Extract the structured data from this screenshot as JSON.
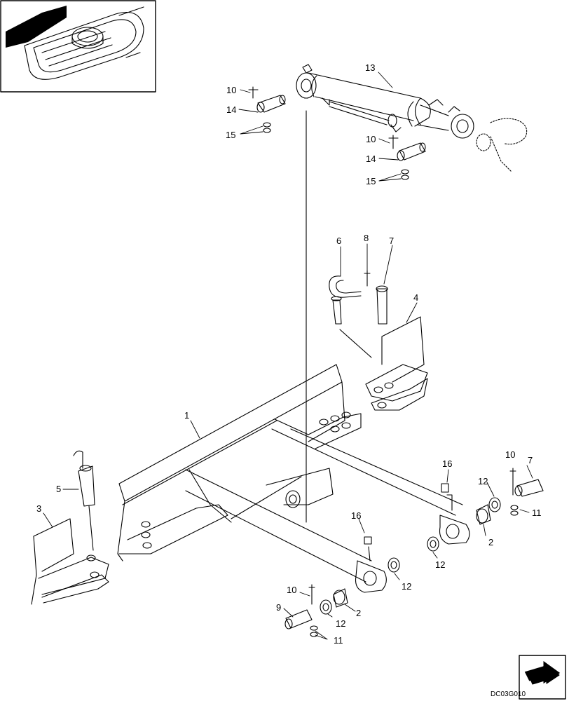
{
  "figure_code": "DC03G010",
  "callouts": [
    {
      "id": "c-13",
      "text": "13"
    },
    {
      "id": "c-10a",
      "text": "10"
    },
    {
      "id": "c-14a",
      "text": "14"
    },
    {
      "id": "c-15a",
      "text": "15"
    },
    {
      "id": "c-10b",
      "text": "10"
    },
    {
      "id": "c-14b",
      "text": "14"
    },
    {
      "id": "c-15b",
      "text": "15"
    },
    {
      "id": "c-6",
      "text": "6"
    },
    {
      "id": "c-8",
      "text": "8"
    },
    {
      "id": "c-7a",
      "text": "7"
    },
    {
      "id": "c-4",
      "text": "4"
    },
    {
      "id": "c-1",
      "text": "1"
    },
    {
      "id": "c-5",
      "text": "5"
    },
    {
      "id": "c-3",
      "text": "3"
    },
    {
      "id": "c-16a",
      "text": "16"
    },
    {
      "id": "c-10c",
      "text": "10"
    },
    {
      "id": "c-7b",
      "text": "7"
    },
    {
      "id": "c-12a",
      "text": "12"
    },
    {
      "id": "c-11a",
      "text": "11"
    },
    {
      "id": "c-2a",
      "text": "2"
    },
    {
      "id": "c-12b",
      "text": "12"
    },
    {
      "id": "c-16b",
      "text": "16"
    },
    {
      "id": "c-12c",
      "text": "12"
    },
    {
      "id": "c-10d",
      "text": "10"
    },
    {
      "id": "c-9",
      "text": "9"
    },
    {
      "id": "c-12d",
      "text": "12"
    },
    {
      "id": "c-2b",
      "text": "2"
    },
    {
      "id": "c-11b",
      "text": "11"
    }
  ]
}
